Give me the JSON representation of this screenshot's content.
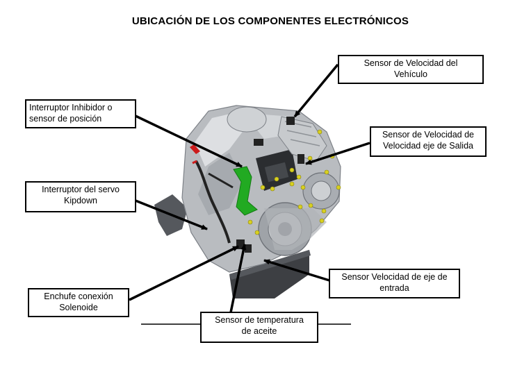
{
  "title": "UBICACIÓN DE LOS COMPONENTES ELECTRÓNICOS",
  "labels": {
    "vehicle_speed_sensor": "Sensor de Velocidad del\nVehículo",
    "inhibitor_switch": "Interruptor Inhibidor o\n sensor de posición",
    "output_shaft_speed_sensor": "Sensor de Velocidad de\nVelocidad eje de Salida",
    "kickdown_servo_switch": "Interruptor del servo\nKipdown",
    "input_shaft_speed_sensor": "Sensor Velocidad de eje de\nentrada",
    "solenoid_connector": "Enchufe conexión\nSolenoide",
    "oil_temp_sensor": "Sensor de temperatura\nde aceite"
  },
  "colors": {
    "housing": "#b9bcc0",
    "housing_dark": "#7d8187",
    "housing_light": "#e3e5e7",
    "oil_pan": "#3d3f43",
    "accent_green": "#22aa22",
    "bolt_yellow": "#d8d020",
    "accent_red": "#cc1b1b"
  }
}
